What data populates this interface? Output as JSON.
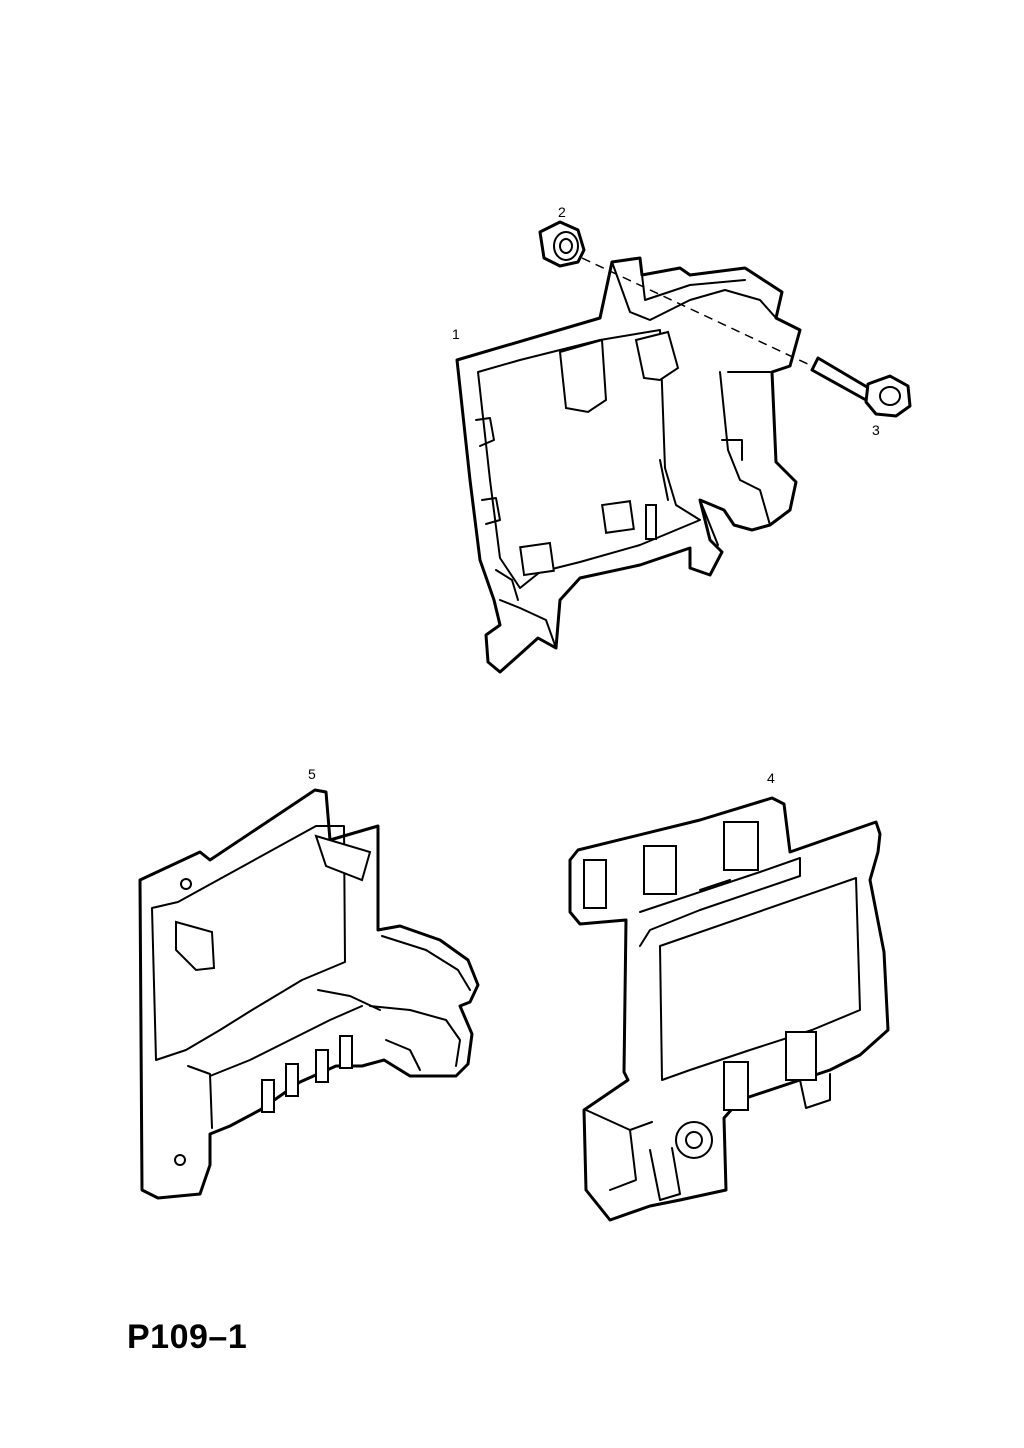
{
  "callouts": {
    "part1": "1",
    "part2": "2",
    "part3": "3",
    "part4": "4",
    "part5": "5"
  },
  "figure_code": "P109–1",
  "colors": {
    "line": "#000000",
    "background": "#ffffff"
  }
}
